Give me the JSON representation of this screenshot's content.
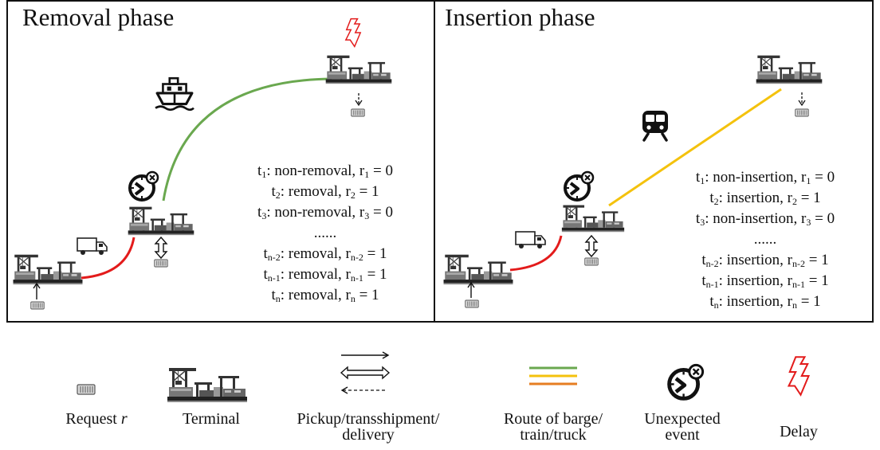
{
  "removal_panel": {
    "title": "Removal phase",
    "lines": [
      {
        "t": "t",
        "t_sub": "1",
        "label": ": non-removal, r",
        "r_sub": "1",
        "eq": " = 0"
      },
      {
        "t": "t",
        "t_sub": "2",
        "label": ": removal, r",
        "r_sub": "2",
        "eq": " = 1"
      },
      {
        "t": "t",
        "t_sub": "3",
        "label": ": non-removal, r",
        "r_sub": "3",
        "eq": " = 0"
      },
      {
        "ellipsis": "......"
      },
      {
        "t": "t",
        "t_sub": "n-2",
        "label": ": removal, r",
        "r_sub": "n-2",
        "eq": " = 1"
      },
      {
        "t": "t",
        "t_sub": "n-1",
        "label": ": removal, r",
        "r_sub": "n-1",
        "eq": " = 1"
      },
      {
        "t": "t",
        "t_sub": "n",
        "label": ": removal, r",
        "r_sub": "n",
        "eq": " = 1"
      }
    ]
  },
  "insertion_panel": {
    "title": "Insertion phase",
    "lines": [
      {
        "t": "t",
        "t_sub": "1",
        "label": ": non-insertion, r",
        "r_sub": "1",
        "eq": " = 0"
      },
      {
        "t": "t",
        "t_sub": "2",
        "label": ": insertion, r",
        "r_sub": "2",
        "eq": " = 1"
      },
      {
        "t": "t",
        "t_sub": "3",
        "label": ": non-insertion, r",
        "r_sub": "3",
        "eq": " = 0"
      },
      {
        "ellipsis": "......"
      },
      {
        "t": "t",
        "t_sub": "n-2",
        "label": ": insertion, r",
        "r_sub": "n-2",
        "eq": " = 1"
      },
      {
        "t": "t",
        "t_sub": "n-1",
        "label": ": insertion, r",
        "r_sub": "n-1",
        "eq": " = 1"
      },
      {
        "t": "t",
        "t_sub": "n",
        "label": ": insertion, r",
        "r_sub": "n",
        "eq": " = 1"
      }
    ]
  },
  "legend": {
    "request_prefix": "Request ",
    "request_var": "r",
    "terminal": "Terminal",
    "pickup_line1": "Pickup/transshipment/",
    "pickup_line2": "delivery",
    "route_line1": "Route of barge/",
    "route_line2": "train/truck",
    "event_line1": "Unexpected",
    "event_line2": "event",
    "delay": "Delay"
  },
  "colors": {
    "barge_route": "#6aa84f",
    "train_route": "#f4c20d",
    "truck_route": "#e31b1b",
    "delay_bolt": "#e31b1b",
    "border": "#111111"
  },
  "icons": [
    "container-icon",
    "terminal-icon",
    "truck-icon",
    "ship-icon",
    "train-icon",
    "clock-event-icon",
    "lightning-delay-icon",
    "arrow-icon"
  ]
}
